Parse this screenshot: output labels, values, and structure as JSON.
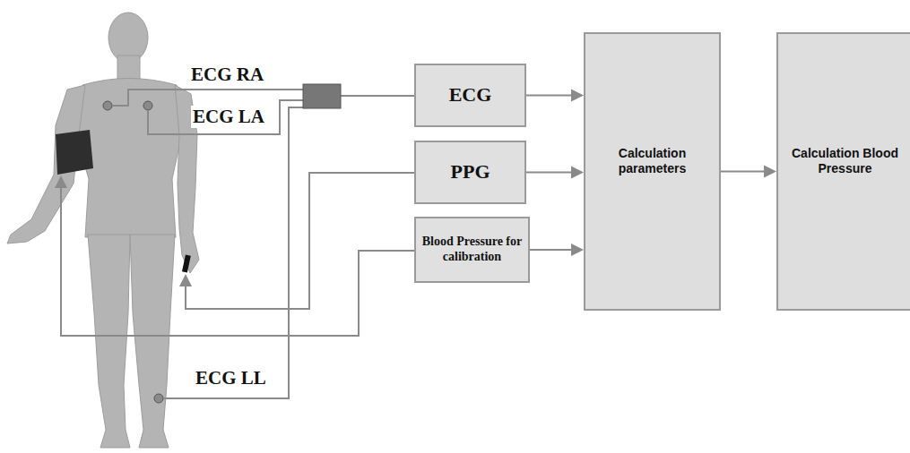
{
  "diagram": {
    "nodes": [
      {
        "text": [
          "ECG"
        ]
      },
      {
        "text": [
          "PPG"
        ]
      },
      {
        "text": [
          "Blood Pressure for calibration"
        ]
      },
      {
        "text": [
          "Calculation parameters"
        ]
      },
      {
        "text": [
          "Calculation Blood Pressure"
        ]
      }
    ],
    "edges": [
      {
        "from": 0,
        "to": 3,
        "arrow": "to"
      },
      {
        "from": 1,
        "to": 3,
        "arrow": "to"
      },
      {
        "from": 2,
        "to": 3,
        "arrow": "to"
      },
      {
        "from": 3,
        "to": 4,
        "arrow": "to"
      }
    ],
    "labels": [
      "ECG RA",
      "ECG LA",
      "ECG LL"
    ]
  }
}
